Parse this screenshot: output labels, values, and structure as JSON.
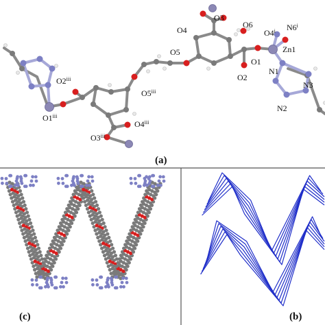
{
  "panel_a": {
    "tag": "(a)",
    "atoms": [
      {
        "label": "O3",
        "sup": ""
      },
      {
        "label": "O4",
        "sup": ""
      },
      {
        "label": "O6",
        "sup": ""
      },
      {
        "label": "O4",
        "sup": "i"
      },
      {
        "label": "N6",
        "sup": "i"
      },
      {
        "label": "Zn1",
        "sup": ""
      },
      {
        "label": "O5",
        "sup": ""
      },
      {
        "label": "O1",
        "sup": ""
      },
      {
        "label": "O2",
        "sup": ""
      },
      {
        "label": "N1",
        "sup": ""
      },
      {
        "label": "N3",
        "sup": ""
      },
      {
        "label": "N2",
        "sup": ""
      },
      {
        "label": "O2",
        "sup": "iii"
      },
      {
        "label": "O5",
        "sup": "iii"
      },
      {
        "label": "O1",
        "sup": "iii"
      },
      {
        "label": "O4",
        "sup": "iii"
      },
      {
        "label": "O3",
        "sup": "iii"
      }
    ]
  },
  "panel_b": {
    "tag": "(b)"
  },
  "panel_c": {
    "tag": "(c)"
  },
  "colors": {
    "zinc": "#8c88b5",
    "nitrogen": "#7d80c4",
    "oxygen": "#d81f1f",
    "carbon": "#7a7a7a",
    "hydrogen": "#e8e8e8",
    "bond_c": "#8a8a8a",
    "bond_n": "#a6a8d8",
    "net": "#1f2ec9",
    "divider": "#555555"
  }
}
